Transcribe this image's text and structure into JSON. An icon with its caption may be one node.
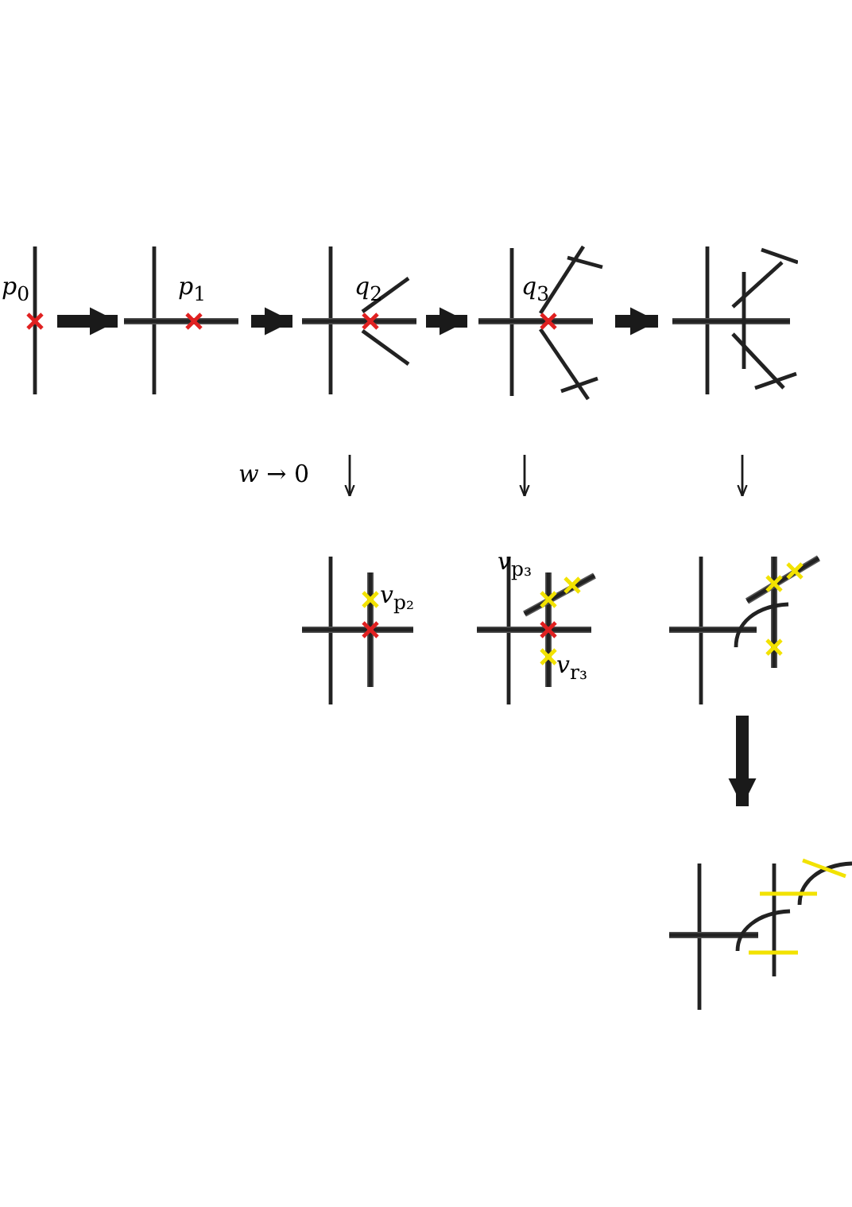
{
  "diagram": {
    "nodes": [
      {
        "text": [
          "*p*$_{0}$"
        ]
      },
      {
        "text": [
          "*p*$_{1}$"
        ]
      },
      {
        "text": [
          "*q*$_{2}$"
        ]
      },
      {
        "text": [
          "*q*$_{3}$"
        ]
      },
      {
        "text": [],
        "shape": "picture"
      },
      {
        "text": [
          "*v*$_{p₂}$"
        ]
      },
      {
        "text": [
          "*v*$_{p₃}$",
          "*v*$_{r₃}$"
        ]
      },
      {
        "text": [],
        "shape": "picture"
      },
      {
        "text": [],
        "shape": "picture"
      }
    ],
    "edges": [
      {
        "from": 0,
        "to": 1,
        "arrow": "to"
      },
      {
        "from": 1,
        "to": 2,
        "arrow": "to"
      },
      {
        "from": 2,
        "to": 3,
        "arrow": "to"
      },
      {
        "from": 3,
        "to": 4,
        "arrow": "to"
      },
      {
        "from": 2,
        "to": 5,
        "arrow": "to",
        "label": "*w* → 0"
      },
      {
        "from": 3,
        "to": 6,
        "arrow": "to"
      },
      {
        "from": 4,
        "to": 7,
        "arrow": "to"
      },
      {
        "from": 7,
        "to": 8,
        "arrow": "to"
      }
    ]
  }
}
